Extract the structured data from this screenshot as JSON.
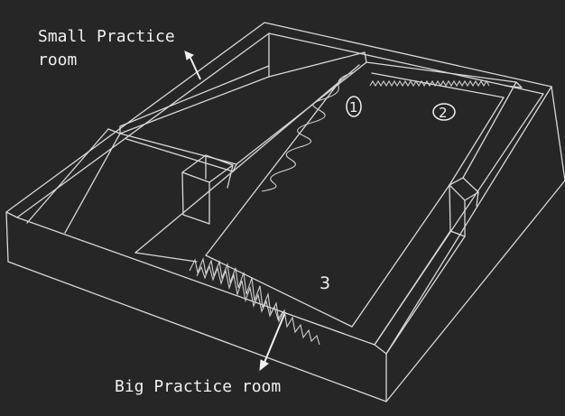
{
  "labels": {
    "small_room": "Small Practice",
    "small_room_line2": "room",
    "big_room": "Big Practice room"
  },
  "markers": {
    "m1": "1",
    "m2": "2",
    "m3": "3"
  },
  "colors": {
    "background": "#262626",
    "lines": "#d8d8d8",
    "text": "#f0f0f0"
  }
}
